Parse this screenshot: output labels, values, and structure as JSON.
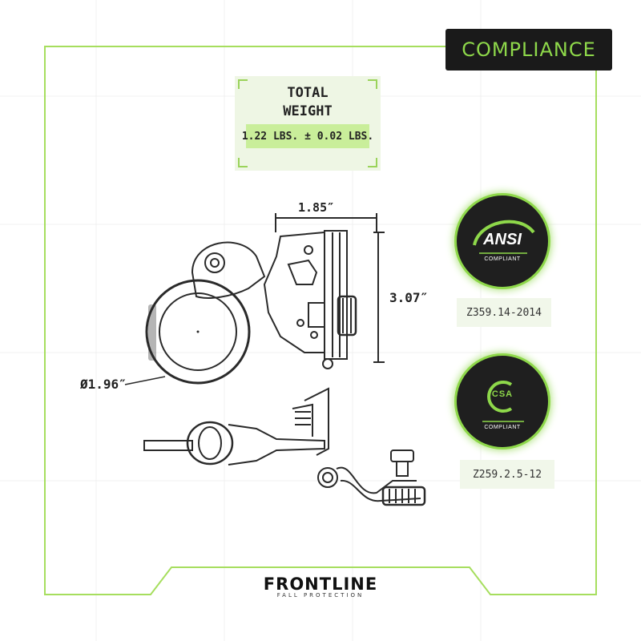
{
  "header": {
    "tab_label": "COMPLIANCE"
  },
  "weight": {
    "title_line1": "TOTAL",
    "title_line2": "WEIGHT",
    "value": "1.22 LBS. ± 0.02 LBS."
  },
  "dimensions": {
    "width": "1.85″",
    "height": "3.07″",
    "diameter": "Ø1.96″"
  },
  "certifications": [
    {
      "logo_text": "ANSI",
      "sub_label": "COMPLIANT",
      "standard": "Z359.14-2014"
    },
    {
      "logo_text": "CSA",
      "sub_label": "COMPLIANT",
      "standard": "Z259.2.5-12"
    }
  ],
  "brand": {
    "name": "FRONTLINE",
    "tagline": "FALL PROTECTION"
  },
  "colors": {
    "accent": "#8ed84a",
    "dark": "#1f1f1f",
    "panel": "#eef6e4"
  }
}
